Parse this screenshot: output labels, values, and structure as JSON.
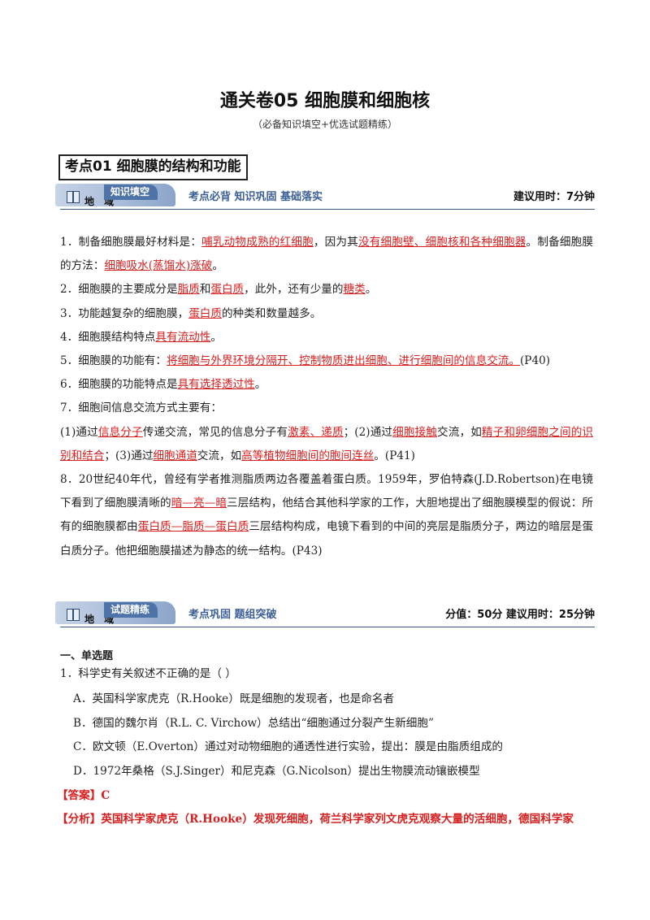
{
  "doc": {
    "title": "通关卷05  细胞膜和细胞核",
    "subtitle": "（必备知识填空+优选试题精练）"
  },
  "section1": {
    "heading": "考点01   细胞膜的结构和功能",
    "banner": {
      "region": "地  域",
      "tag": "知识填空",
      "motto": "考点必背  知识巩固  基础落实",
      "time": "建议用时：7分钟"
    },
    "items": {
      "i1": {
        "a": "1．制备细胞膜最好材料是：",
        "b": "哺乳动物成熟的红细胞",
        "c": "，因为其",
        "d": "没有细胞壁、细胞核和各种细胞器",
        "e": "。制备细胞膜的方法：",
        "f": "细胞吸水(蒸馏水)涨破",
        "g": "。"
      },
      "i2": {
        "a": "2．细胞膜的主要成分是",
        "b": "脂质",
        "c": "和",
        "d": "蛋白质",
        "e": "，此外，还有少量的",
        "f": "糖类",
        "g": "。"
      },
      "i3": {
        "a": "3．功能越复杂的细胞膜，",
        "b": "蛋白质",
        "c": "的种类和数量越多。"
      },
      "i4": {
        "a": "4．细胞膜结构特点",
        "b": "具有流动性",
        "c": "。"
      },
      "i5": {
        "a": "5．细胞膜的功能有：",
        "b": "将细胞与外界环境分隔开、控制物质进出细胞、进行细胞间的信息交流。",
        "c": "(P40)"
      },
      "i6": {
        "a": "6．细胞膜的功能特点是",
        "b": "具有选择透过性",
        "c": "。"
      },
      "i7": {
        "a": "7．细胞间信息交流方式主要有："
      },
      "i7b": {
        "a": "(1)通过",
        "b": "信息分子",
        "c": "传递交流，常见的信息分子有",
        "d": "激素、递质",
        "e": "；(2)通过",
        "f": "细胞接触",
        "g": "交流，如",
        "h": "精子和卵细胞之间的识别和结合",
        "i": "；(3)通过",
        "j": "细胞通道",
        "k": "交流，如",
        "l": "高等植物细胞间的胞间连丝",
        "m": "。(P41)"
      },
      "i8": {
        "a": "8．20世纪40年代，曾经有学者推测脂质两边各覆盖着蛋白质。1959年，罗伯特森(J.D.Robertson)在电镜下看到了细胞膜清晰的",
        "b": "暗—亮—暗",
        "c": "三层结构，他结合其他科学家的工作，大胆地提出了细胞膜模型的假说：所有的细胞膜都由",
        "d": "蛋白质—脂质—蛋白质",
        "e": "三层结构构成，电镜下看到的中间的亮层是脂质分子，两边的暗层是蛋白质分子。他把细胞膜描述为静态的统一结构。(P43)"
      }
    }
  },
  "section2": {
    "banner": {
      "region": "地  域",
      "tag": "试题精练",
      "motto": "考点巩固  题组突破",
      "time": "分值：50分    建议用时：25分钟"
    },
    "part_heading": "一、单选题",
    "question": "1．科学史有关叙述不正确的是（    ）",
    "options": {
      "A": "A．英国科学家虎克（R.Hooke）既是细胞的发现者，也是命名者",
      "B": "B．德国的魏尔肖（R.L. C.    Virchow）总结出“细胞通过分裂产生新细胞”",
      "C": "C．欧文顿（E.Overton）通过对动物细胞的通透性进行实验，提出：膜是由脂质组成的",
      "D": "D．1972年桑格（S.J.Singer）和尼克森（G.Nicolson）提出生物膜流动镶嵌模型"
    },
    "answer_label": "【答案】",
    "answer": "C",
    "analysis_label": "【分析】",
    "analysis": "英国科学家虎克（R.Hooke）发现死细胞，荷兰科学家列文虎克观察大量的活细胞，德国科学家"
  }
}
